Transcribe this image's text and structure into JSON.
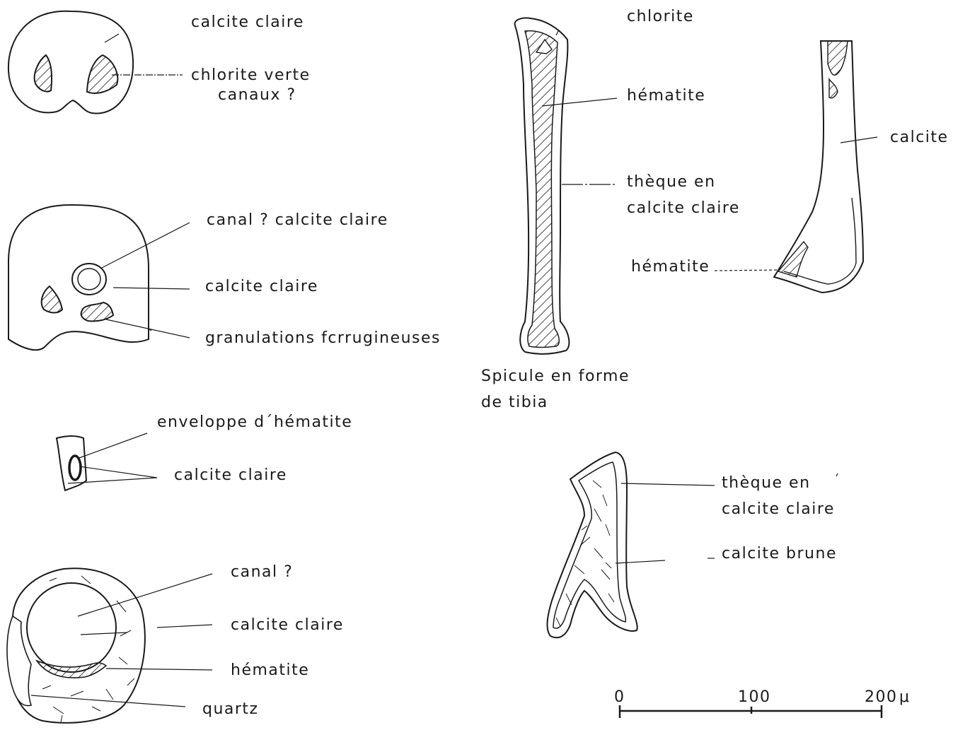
{
  "labels": {
    "fig1_calcite_claire": "calcite claire",
    "fig1_chlorite_verte": "chlorite verte",
    "fig1_canaux": "canaux ?",
    "fig2_canal_calcite": "canal ? calcite claire",
    "fig2_calcite_claire": "calcite claire",
    "fig2_granulations": "granulations fcrrugineuses",
    "fig3_enveloppe": "enveloppe d´hématite",
    "fig3_calcite_claire": "calcite claire",
    "fig4_canal": "canal ?",
    "fig4_calcite_claire": "calcite claire",
    "fig4_hematite": "hématite",
    "fig4_quartz": "quartz",
    "tibia_chlorite": "chlorite",
    "tibia_hematite": "hématite",
    "tibia_theque_en": "thèque en",
    "tibia_calcite_claire": "calcite claire",
    "tibia_caption_1": "Spicule en forme",
    "tibia_caption_2": "de tibia",
    "frag_calcite": "calcite",
    "frag_hematite": "hématite",
    "y_theque_en": "thèque en",
    "y_calcite_claire": "calcite claire",
    "y_calcite_brune": "calcite brune"
  },
  "scale_bar": {
    "ticks": [
      "0",
      "100",
      "200"
    ],
    "unit": "μ"
  }
}
